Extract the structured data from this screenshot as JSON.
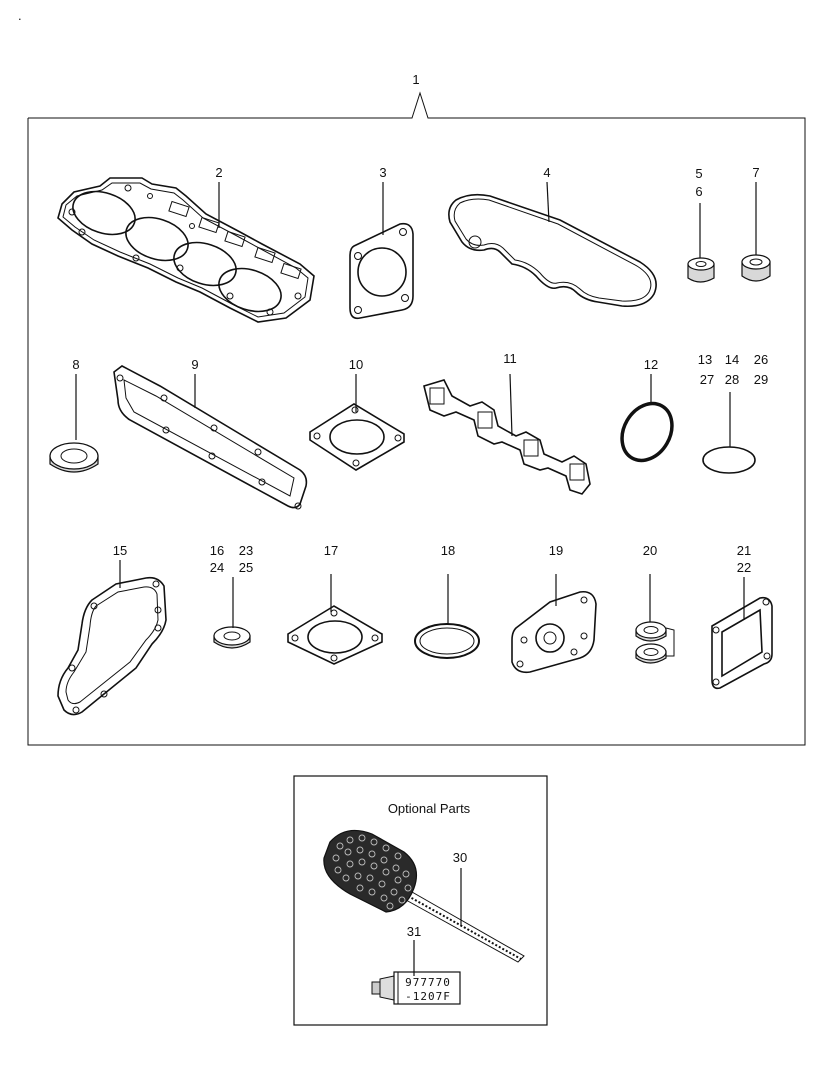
{
  "corner_mark": ".",
  "kit_label": "1",
  "optional_title": "Optional Parts",
  "labels": {
    "p2": "2",
    "p3": "3",
    "p4": "4",
    "p5": "5",
    "p6": "6",
    "p7": "7",
    "p8": "8",
    "p9": "9",
    "p10": "10",
    "p11": "11",
    "p12": "12",
    "p13": "13",
    "p14": "14",
    "p26": "26",
    "p27": "27",
    "p28": "28",
    "p29": "29",
    "p15": "15",
    "p16": "16",
    "p23": "23",
    "p24": "24",
    "p25": "25",
    "p17": "17",
    "p18": "18",
    "p19": "19",
    "p20": "20",
    "p21": "21",
    "p22": "22",
    "p30": "30",
    "p31": "31"
  },
  "tube_text": {
    "line1": "977770",
    "line2": "-1207F"
  }
}
